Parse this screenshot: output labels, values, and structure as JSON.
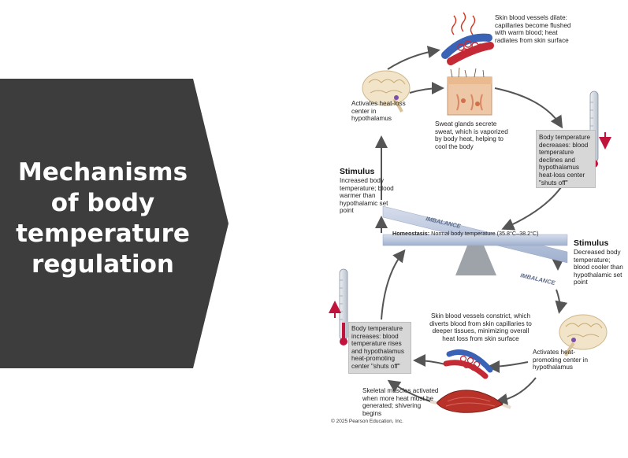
{
  "title": {
    "lines": [
      "Mechanisms",
      "of body",
      "temperature",
      "regulation"
    ]
  },
  "diagram": {
    "skin_vessels_dilate": "Skin blood vessels dilate: capillaries become flushed with warm blood; heat radiates from skin surface",
    "activates_heat_loss": "Activates heat-loss center in hypothalamus",
    "sweat_glands": "Sweat glands secrete sweat, which is vaporized by body heat, helping to cool the body",
    "temp_decreases": "Body temperature decreases: blood temperature declines and hypothalamus heat-loss center \"shuts off\"",
    "stimulus_top_title": "Stimulus",
    "stimulus_top_text": "Increased body temperature; blood warmer than hypothalamic set point",
    "imbalance_top": "IMBALANCE",
    "homeostasis_label": "Homeostasis:",
    "homeostasis_text": " Normal body temperature (35.8°C–38.2°C)",
    "stimulus_bottom_title": "Stimulus",
    "stimulus_bottom_text": "Decreased body temperature; blood cooler than hypothalamic set point",
    "imbalance_bottom": "IMBALANCE",
    "skin_vessels_constrict": "Skin blood vessels constrict, which diverts blood from skin capillaries to deeper tissues, minimizing overall heat loss from skin surface",
    "activates_heat_promoting": "Activates heat-promoting center in hypothalamus",
    "temp_increases": "Body temperature increases: blood temperature rises and hypothalamus heat-promoting center \"shuts off\"",
    "skeletal_muscles": "Skeletal muscles activated when more heat must be generated; shivering begins",
    "credit": "© 2025 Pearson Education, Inc."
  },
  "colors": {
    "title_bg": "#3d3d3d",
    "arrow": "#555555",
    "bar": "#b9c5dd",
    "red_arrow": "#c0143c"
  },
  "icons": [
    "brain-icon",
    "skin-vessels-icon",
    "sweat-gland-skin-icon",
    "thermometer-icon",
    "muscle-icon"
  ]
}
